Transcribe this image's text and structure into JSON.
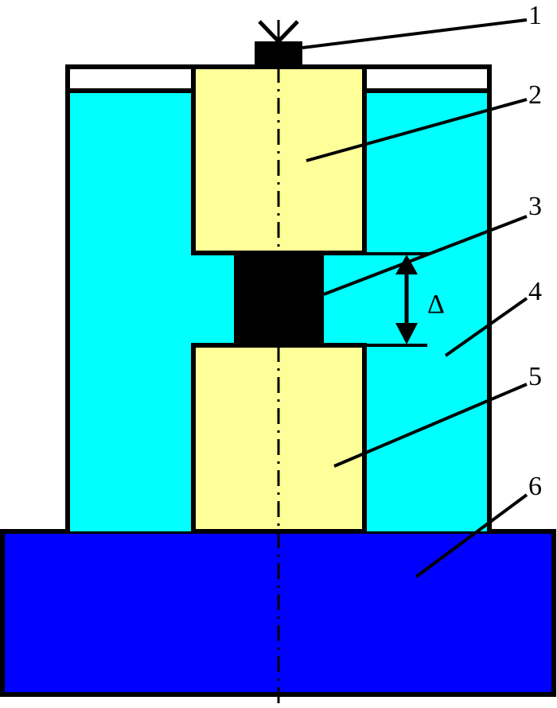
{
  "diagram": {
    "type": "schematic cross-section",
    "colors": {
      "cyan_body": "#00FFFF",
      "yellow_punch": "#FFFF99",
      "blue_base": "#0000FF",
      "black_outline": "#000000",
      "white_gap": "#FFFFFF"
    },
    "labels": [
      {
        "id": "1",
        "text": "1",
        "part": "top cap / sensor"
      },
      {
        "id": "2",
        "text": "2",
        "part": "upper punch"
      },
      {
        "id": "3",
        "text": "3",
        "part": "sample"
      },
      {
        "id": "4",
        "text": "4",
        "part": "cyan housing"
      },
      {
        "id": "5",
        "text": "5",
        "part": "lower punch"
      },
      {
        "id": "6",
        "text": "6",
        "part": "base plate"
      }
    ],
    "dimension": {
      "symbol": "Δ"
    }
  }
}
